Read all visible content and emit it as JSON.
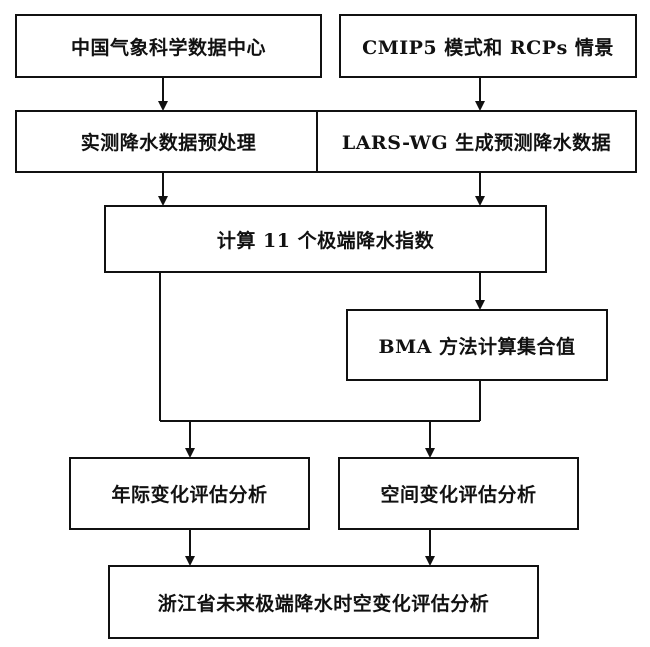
{
  "nodes": {
    "source_obs": "中国气象科学数据中心",
    "source_model": "CMIP5 模式和 RCPs 情景",
    "preprocess": "实测降水数据预处理",
    "larswg": "LARS-WG 生成预测降水数据",
    "indices": "计算 11 个极端降水指数",
    "bma": "BMA 方法计算集合值",
    "annual": "年际变化评估分析",
    "spatial": "空间变化评估分析",
    "final": "浙江省未来极端降水时空变化评估分析"
  }
}
